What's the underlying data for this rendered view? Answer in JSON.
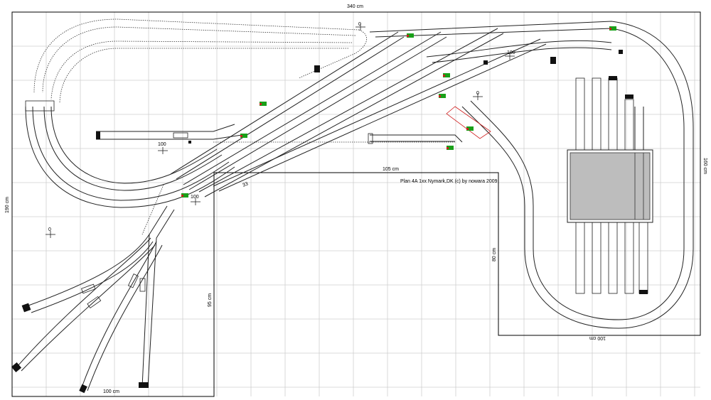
{
  "plan": {
    "title": "Plan 4A 1xx Nymark,DK (c) by nowara 2009"
  },
  "dimensions": {
    "top_width": "340 cm",
    "left_height": "190 cm",
    "right_height": "160 cm",
    "middle_width": "105 cm",
    "bottom_left_width": "100 cm",
    "inner_height_left": "95 cm",
    "inner_height_right": "80 cm",
    "bottom_right_width": "100 cm"
  },
  "track_labels": {
    "l100_a": "100",
    "l100_b": "100",
    "l100_c": "100",
    "l0_a": "0",
    "l0_b": "0",
    "l0_c": "0",
    "l33": "33"
  },
  "colors": {
    "signal_green": "#19a019",
    "signal_red": "#cc2020",
    "turntable_pit": "#bdbdbd",
    "highlight_red": "#d02020"
  }
}
